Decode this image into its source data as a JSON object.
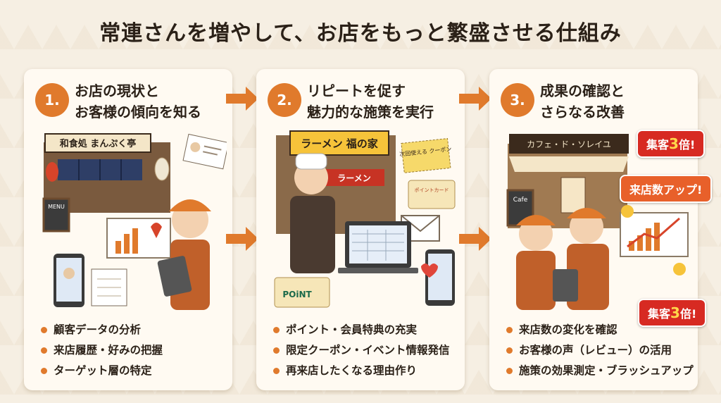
{
  "title": "常連さんを増やして、お店をもっと繁盛させる仕組み",
  "colors": {
    "accent": "#e07a2c",
    "card": "#fffaf2",
    "background": "#f6efe3",
    "badge_red": "#d72a22"
  },
  "steps": [
    {
      "number": "1.",
      "title_line1": "お店の現状と",
      "title_line2": "お客様の傾向を知る",
      "sign": "和食処 まんぷく亭",
      "menu_board": "MENU",
      "bullets": [
        "顧客データの分析",
        "来店履歴・好みの把握",
        "ターゲット層の特定"
      ]
    },
    {
      "number": "2.",
      "title_line1": "リピートを促す",
      "title_line2": "魅力的な施策を実行",
      "sign": "ラーメン 福の家",
      "noren": "ラーメン",
      "coupon": "次回使える クーポン",
      "point_card": "ポイントカード",
      "point_label": "POiNT",
      "bullets": [
        "ポイント・会員特典の充実",
        "限定クーポン・イベント情報発信",
        "再来店したくなる理由作り"
      ]
    },
    {
      "number": "3.",
      "title_line1": "成果の確認と",
      "title_line2": "さらなる改善",
      "sign": "カフェ・ド・ソレイユ",
      "cafe_board": "Cafe",
      "bullets": [
        "来店数の変化を確認",
        "お客様の声（レビュー）の活用",
        "施策の効果測定・ブラッシュアップ"
      ]
    }
  ],
  "badges": {
    "visitors_prefix": "集客",
    "visitors_big": "3",
    "visitors_suffix": "倍!",
    "count_up": "来店数アップ!"
  },
  "icons": [
    "arrow-right-icon",
    "location-pin-icon",
    "envelope-icon",
    "heart-icon",
    "smiley-icon",
    "trend-up-icon"
  ]
}
